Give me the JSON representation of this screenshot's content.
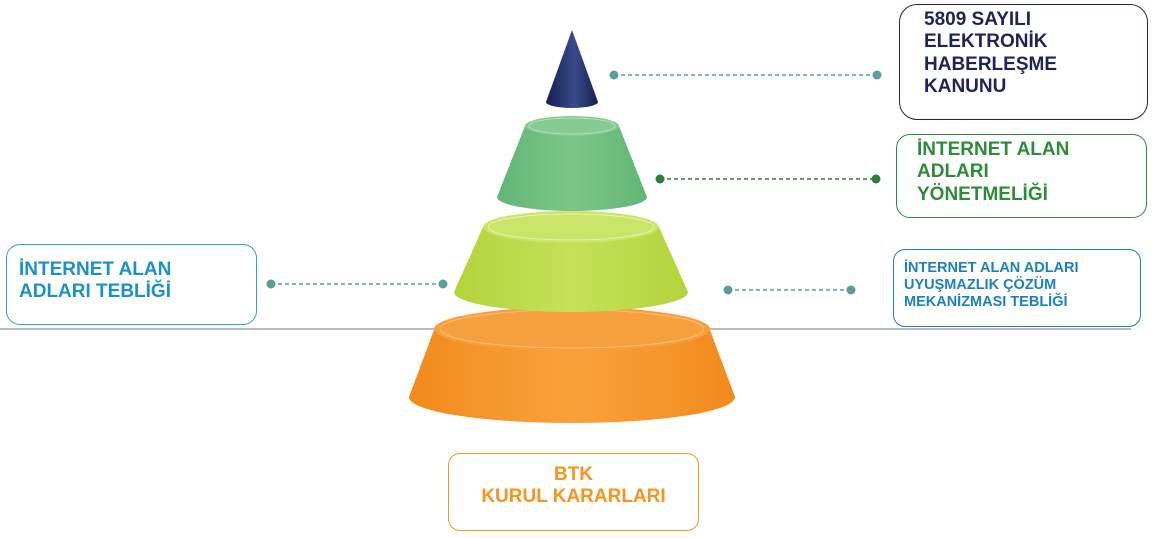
{
  "layers": [
    {
      "id": "kanun",
      "lines": [
        "5809 SAYILI",
        "ELEKTRONİK",
        "HABERLEŞME",
        "KANUNU"
      ],
      "text_color": "#1c2557",
      "layer_color": "#1f2c63"
    },
    {
      "id": "yonetmelik",
      "lines": [
        "İNTERNET ALAN",
        "ADLARI",
        "YÖNETMELİĞİ"
      ],
      "text_color": "#2e8b3c",
      "layer_color": "#6cbd7c"
    },
    {
      "id": "teblig",
      "lines": [
        "İNTERNET ALAN",
        "ADLARI TEBLİĞİ"
      ],
      "text_color": "#1b8fcf",
      "layer_color": "#bcd94a"
    },
    {
      "id": "uyusmazlik",
      "lines": [
        "İNTERNET ALAN ADLARI",
        "UYUŞMAZLIK ÇÖZÜM",
        "MEKANİZMASI TEBLİĞİ"
      ],
      "text_color": "#1b7fc4",
      "layer_color": "#bcd94a"
    },
    {
      "id": "btk",
      "lines": [
        "BTK",
        "KURUL KARARLARI"
      ],
      "text_color": "#f7941d",
      "layer_color": "#f7941d"
    }
  ],
  "colors": {
    "connector": "#5a9e9a",
    "baseline": "#8a949b",
    "background": "#ffffff"
  }
}
